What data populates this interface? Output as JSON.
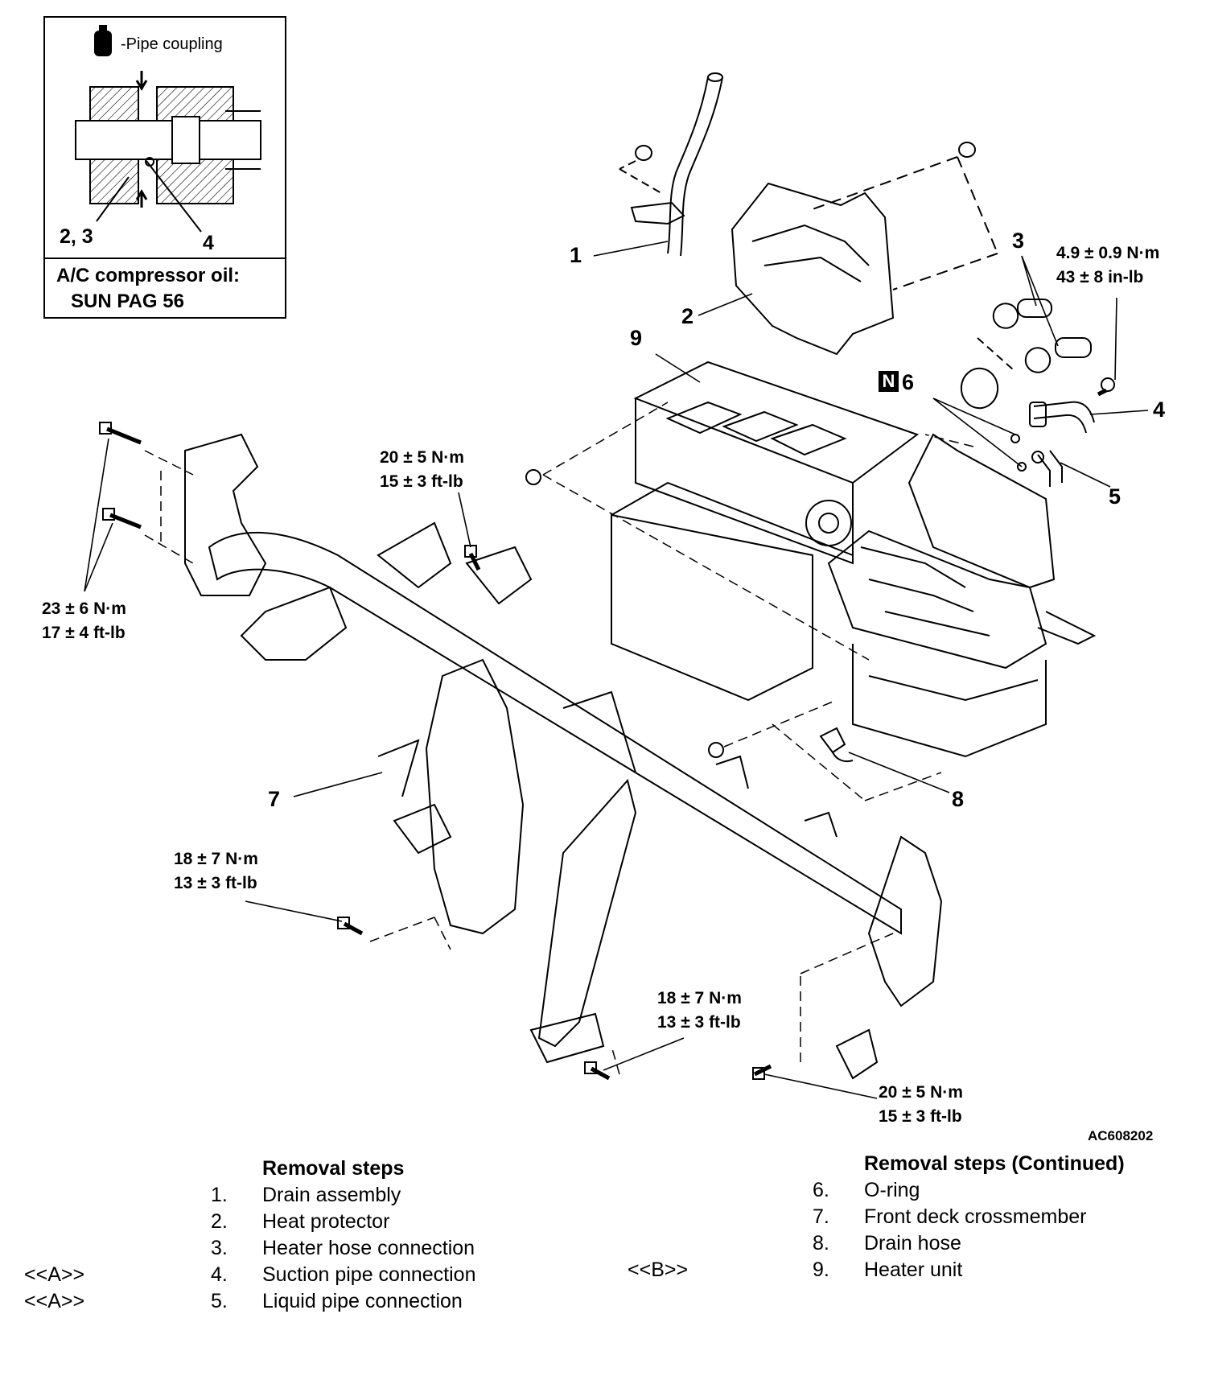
{
  "inset": {
    "coupling_label": "-Pipe coupling",
    "label_23": "2, 3",
    "label_4": "4",
    "oil_line1": "A/C compressor oil:",
    "oil_line2": "SUN PAG 56"
  },
  "callouts": {
    "c1": "1",
    "c2": "2",
    "c3": "3",
    "c4": "4",
    "c5": "5",
    "c6_mark": "N",
    "c6": "6",
    "c7": "7",
    "c8": "8",
    "c9": "9"
  },
  "torques": {
    "t_small_a": "4.9 ± 0.9 N·m",
    "t_small_b": "43 ± 8 in-lb",
    "t_mid_a": "20 ± 5 N·m",
    "t_mid_b": "15 ± 3 ft-lb",
    "t_left_a": "23 ± 6 N·m",
    "t_left_b": "17 ± 4 ft-lb",
    "t_lowleft_a": "18 ± 7 N·m",
    "t_lowleft_b": "13 ± 3 ft-lb",
    "t_lowmid_a": "18 ± 7 N·m",
    "t_lowmid_b": "13 ± 3 ft-lb",
    "t_lowright_a": "20 ± 5 N·m",
    "t_lowright_b": "15 ± 3 ft-lb"
  },
  "figure_ref": "AC608202",
  "steps_left": {
    "heading": "Removal steps",
    "items": [
      {
        "tag": "",
        "num": "1.",
        "text": "Drain assembly"
      },
      {
        "tag": "",
        "num": "2.",
        "text": "Heat protector"
      },
      {
        "tag": "",
        "num": "3.",
        "text": "Heater hose connection"
      },
      {
        "tag": "<<A>>",
        "num": "4.",
        "text": "Suction pipe connection"
      },
      {
        "tag": "<<A>>",
        "num": "5.",
        "text": "Liquid pipe connection"
      }
    ]
  },
  "steps_right": {
    "heading": "Removal steps (Continued)",
    "items": [
      {
        "tag": "",
        "num": "6.",
        "text": "O-ring"
      },
      {
        "tag": "",
        "num": "7.",
        "text": "Front deck crossmember"
      },
      {
        "tag": "",
        "num": "8.",
        "text": "Drain hose"
      },
      {
        "tag": "<<B>>",
        "num": "9.",
        "text": "Heater unit"
      }
    ]
  }
}
